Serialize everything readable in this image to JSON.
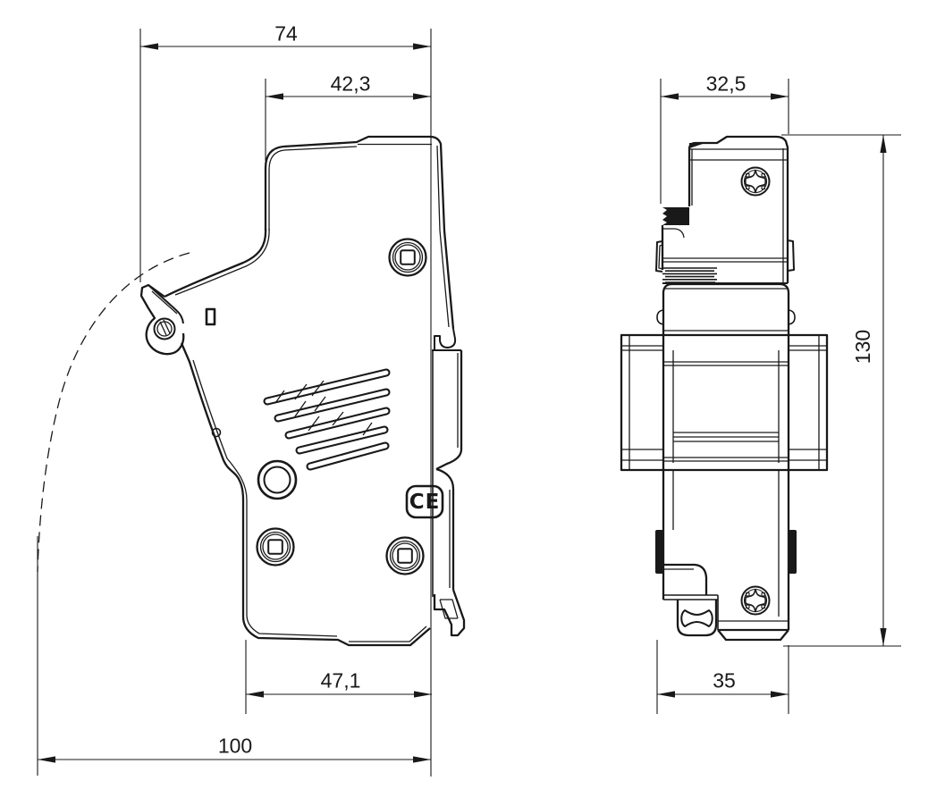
{
  "colors": {
    "line": "#191919",
    "background": "#ffffff"
  },
  "dimensions": {
    "side_total_top": "74",
    "side_upper": "42,3",
    "side_lower": "47,1",
    "side_overall": "100",
    "front_top": "32,5",
    "front_height": "130",
    "front_bottom": "35"
  },
  "marks": {
    "ce": "CE"
  }
}
